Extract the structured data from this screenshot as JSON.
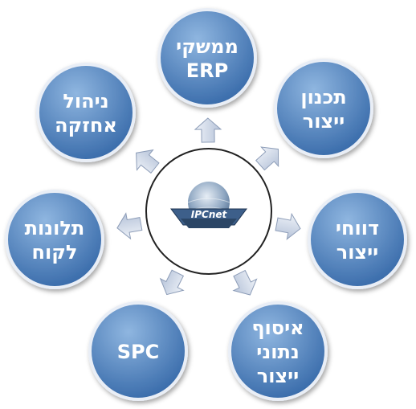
{
  "diagram": {
    "center": {
      "logo_text": "IPCnet"
    },
    "nodes": [
      {
        "id": "erp",
        "lines": [
          "ממשקי",
          "ERP"
        ]
      },
      {
        "id": "planning",
        "lines": [
          "תכנון",
          "ייצור"
        ]
      },
      {
        "id": "reports",
        "lines": [
          "דווחי",
          "ייצור"
        ]
      },
      {
        "id": "data",
        "lines": [
          "איסוף",
          "נתוני",
          "ייצור"
        ]
      },
      {
        "id": "spc",
        "lines": [
          "SPC"
        ]
      },
      {
        "id": "complaints",
        "lines": [
          "תלונות",
          "לקוח"
        ]
      },
      {
        "id": "maintenance",
        "lines": [
          "ניהול",
          "אחזקה"
        ]
      }
    ]
  },
  "colors": {
    "node_light": "#8fb6e0",
    "node_dark": "#3568a8",
    "node_border": "#e9eef6",
    "arrow_fill": "#c9d4e6",
    "arrow_stroke": "#8d9db8",
    "center_border": "#222222",
    "logo_base": "#3d5f8a"
  }
}
